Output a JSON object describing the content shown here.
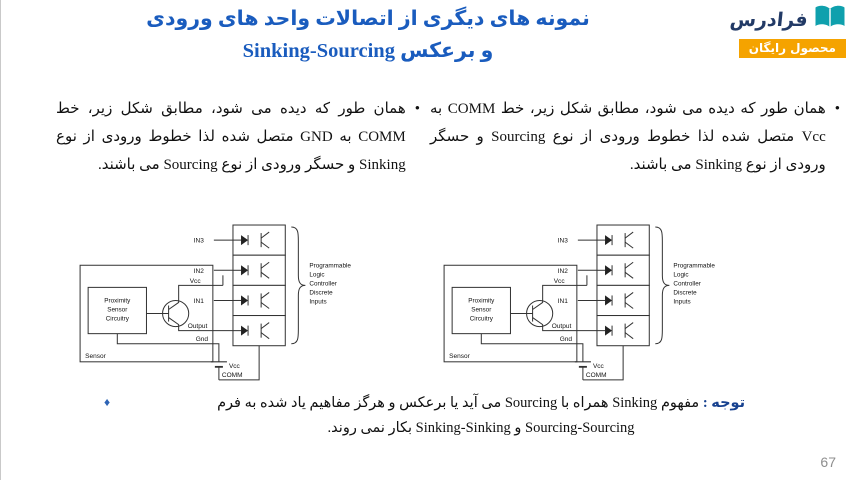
{
  "colors": {
    "title_blue": "#1a5cbe",
    "badge_orange": "#f5a300",
    "brand_navy": "#223a66",
    "note_label_blue": "#17418f",
    "note_marker_blue": "#2e64b5",
    "book_icon_teal": "#0fa0ad"
  },
  "header": {
    "title_line1": "نمونه های دیگری از اتصالات واحد های ورودی",
    "title_line2": "Sinking-Sourcing و برعکس"
  },
  "logo": {
    "brand": "فرادرس",
    "badge": "محصول رایگان"
  },
  "bullets": {
    "marker": "•",
    "right": "همان طور که دیده می شود، مطابق شکل زیر، خط COMM به Vcc متصل شده لذا خطوط ورودی از نوع Sourcing و حسگر ورودی از نوع Sinking می باشند.",
    "left": "همان طور که دیده می شود، مطابق شکل زیر، خط COMM به GND متصل شده لذا خطوط ورودی از نوع Sinking و حسگر ورودی از نوع Sourcing می باشند."
  },
  "diagram": {
    "proximity_line1": "Proximity",
    "proximity_line2": "Sensor",
    "proximity_line3": "Circuitry",
    "sensor": "Sensor",
    "vcc": "Vcc",
    "output": "Output",
    "gnd": "Gnd",
    "battery_vcc": "Vcc",
    "comm": "COMM",
    "in1": "IN1",
    "in2": "IN2",
    "in3": "IN3",
    "plc_line1": "Programmable",
    "plc_line2": "Logic",
    "plc_line3": "Controller",
    "plc_line4": "Discrete",
    "plc_line5": "Inputs"
  },
  "note": {
    "marker": "♦",
    "label": "توجه :",
    "line1": "مفهوم Sinking همراه با Sourcing می آید یا برعکس و هرگز مفاهیم یاد شده به فرم",
    "line2": "Sourcing-Sourcing و Sinking-Sinking بکار نمی روند."
  },
  "footer": {
    "page_number": "67"
  }
}
